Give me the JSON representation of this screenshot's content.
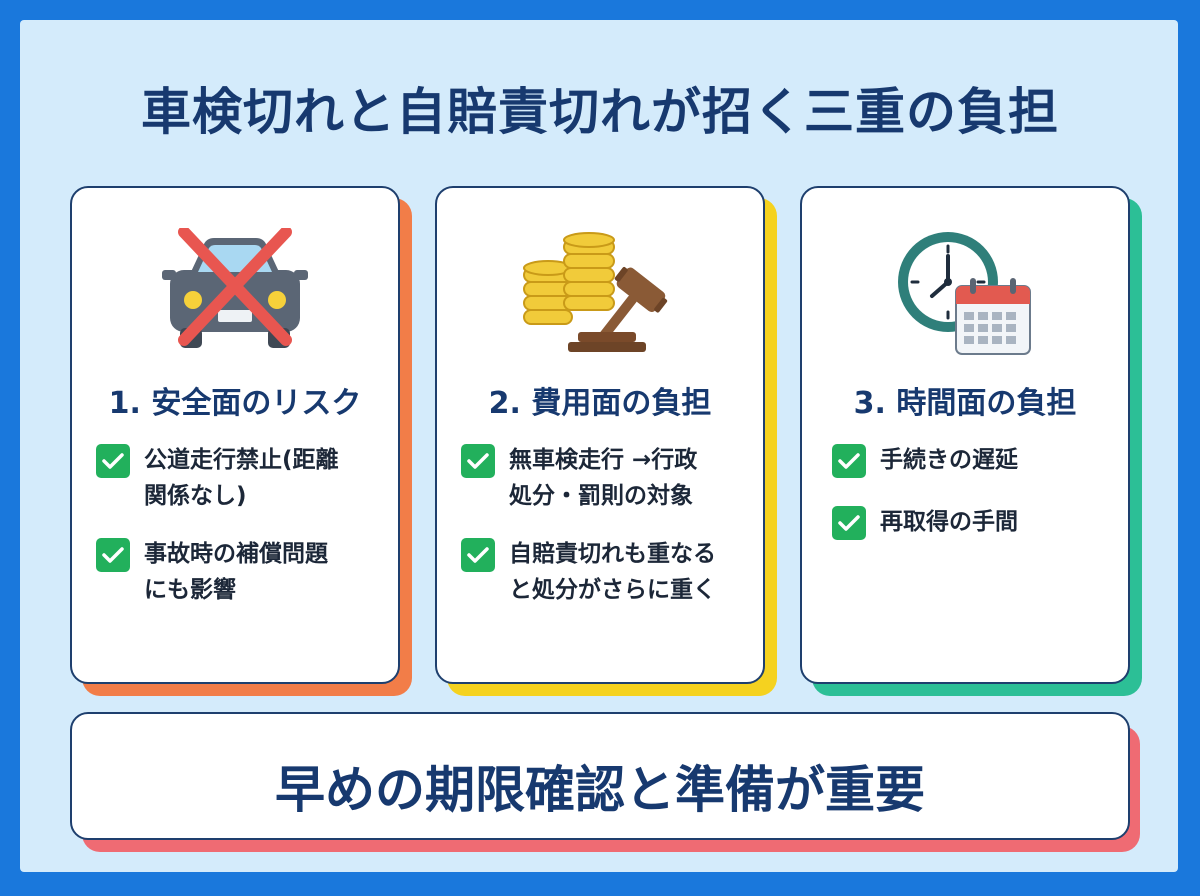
{
  "title": "車検切れと自賠責切れが招く三重の負担",
  "colors": {
    "background_border": "#1a78dc",
    "panel": "#d4ebfb",
    "text_navy": "#17396f",
    "check_green": "#22b05c",
    "card1_accent": "#f27d48",
    "card2_accent": "#f5d21f",
    "card3_accent": "#2cbf96",
    "banner_accent": "#ef6b73"
  },
  "cards": [
    {
      "icon": "crossed-out-car-icon",
      "title": "1. 安全面のリスク",
      "items": [
        {
          "line1": "公道走行禁止(距離",
          "line2": "関係なし)"
        },
        {
          "line1": "事故時の補償問題",
          "line2": "にも影響"
        }
      ]
    },
    {
      "icon": "coins-and-gavel-icon",
      "title": "2. 費用面の負担",
      "items": [
        {
          "line1": "無車検走行 →行政",
          "line2": "処分・罰則の対象"
        },
        {
          "line1": "自賠責切れも重なる",
          "line2": "と処分がさらに重く"
        }
      ]
    },
    {
      "icon": "clock-and-calendar-icon",
      "title": "3. 時間面の負担",
      "items": [
        {
          "line1": "手続きの遅延",
          "line2": ""
        },
        {
          "line1": "再取得の手間",
          "line2": ""
        }
      ]
    }
  ],
  "banner": "早めの期限確認と準備が重要"
}
